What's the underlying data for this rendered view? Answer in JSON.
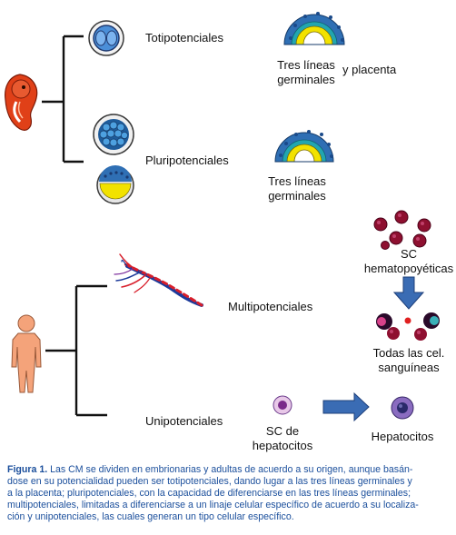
{
  "labels": {
    "totipotent": "Totipotenciales",
    "three_lines_a_1": "Tres líneas",
    "three_lines_a_2": "germinales",
    "and_placenta": "y placenta",
    "pluripotent": "Pluripotenciales",
    "three_lines_b_1": "Tres líneas",
    "three_lines_b_2": "germinales",
    "multipotent": "Multipotenciales",
    "hsc_1": "SC",
    "hsc_2": "hematopoyéticas",
    "blood_1": "Todas las cel.",
    "blood_2": "sanguíneas",
    "unipotent": "Unipotenciales",
    "hep_sc_1": "SC de",
    "hep_sc_2": "hepatocitos",
    "hepatocytes": "Hepatocitos"
  },
  "caption": {
    "bold": "Figura 1.",
    "line1": " Las CM se dividen en embrionarias y adultas de acuerdo a su origen, aunque basán-",
    "line2": "dose en su potencialidad pueden ser totipotenciales, dando lugar a las tres líneas germinales y",
    "line3": "a la placenta; pluripotenciales, con la capacidad de diferenciarse en las tres líneas germinales;",
    "line4": "multipotenciales, limitadas a diferenciarse a un linaje celular específico de acuerdo a su localiza-",
    "line5": "ción y unipotenciales, las cuales generan un tipo celular específico."
  },
  "colors": {
    "line": "#111111",
    "caption_text": "#1b4f9c",
    "arrow": "#3a6cb4",
    "germ_blue": "#2f6fb4",
    "germ_yellow": "#f2e200",
    "blood_cell": "#8e1030",
    "hep_purple": "#8a6cc0",
    "embryo": "#e04018",
    "skin": "#f4a37a"
  }
}
